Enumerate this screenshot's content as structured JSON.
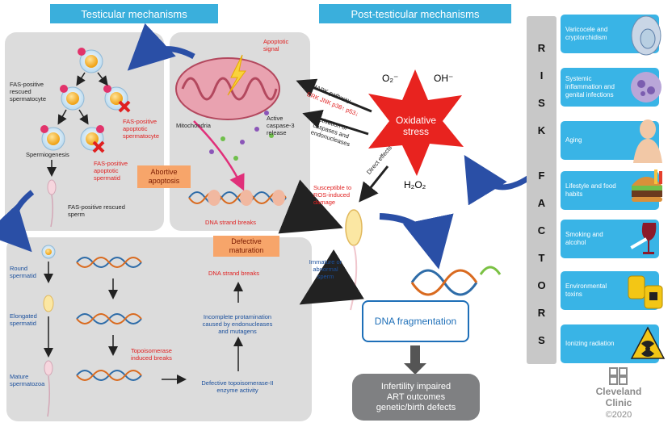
{
  "headers": {
    "left": "Testicular mechanisms",
    "right": "Post-testicular mechanisms"
  },
  "apoptosis_panel": {
    "fas_rescued_spermatocyte": "FAS-positive rescued spermatocyte",
    "fas_apoptotic_spermatocyte": "FAS-positive apoptotic spermatocyte",
    "spermiogenesis": "Spermiogenesis",
    "fas_apoptotic_spermatid": "FAS-positive apoptotic spermatid",
    "fas_rescued_sperm": "FAS-positive rescued sperm",
    "abortive_apoptosis": "Abortive apoptosis",
    "apoptotic_signal": "Apoptotic signal",
    "mitochondria": "Mitochondria",
    "caspase_release": "Active caspase-3 release",
    "dna_strand_breaks": "DNA strand breaks"
  },
  "maturation_panel": {
    "title": "Defective maturation",
    "round_spermatid": "Round spermatid",
    "elongated_spermatid": "Elongated spermatid",
    "mature_spermatozoa": "Mature spermatozoa",
    "topoisomerase_breaks": "Topoisomerase induced breaks",
    "dna_strand_breaks": "DNA strand breaks",
    "incomplete_protamination": "Incomplete protamination caused by endonucleases and mutagens",
    "defective_topoisomerase": "Defective topoisomerase-II enzyme activity"
  },
  "post_testicular": {
    "mapk_pathway": "MAPK pathway",
    "erk_line": "ERK JNK p38↑ p53↓",
    "activation_caspases": "Activation of caspases and endonucleases",
    "direct_effects": "Direct effects",
    "oxidative_stress": "Oxidative stress",
    "o2_minus": "O₂⁻",
    "oh_minus": "OH⁻",
    "h2o2": "H₂O₂",
    "susceptible": "Susceptible to ROS-induced damage",
    "immature_sperm": "Immature or abnormal sperm",
    "dna_fragmentation": "DNA fragmentation",
    "infertility_lines": [
      "Infertility impaired",
      "ART outcomes",
      "genetic/birth defects"
    ]
  },
  "risk_factors": {
    "letters": [
      "R",
      "I",
      "S",
      "K",
      "F",
      "A",
      "C",
      "T",
      "O",
      "R",
      "S"
    ],
    "items": [
      {
        "label": "Varicocele and cryptorchidism",
        "icon": "testis-icon"
      },
      {
        "label": "Systemic inflammation and genital infections",
        "icon": "bacteria-icon"
      },
      {
        "label": "Aging",
        "icon": "elderly-man-icon"
      },
      {
        "label": "Lifestyle and food habits",
        "icon": "burger-icon"
      },
      {
        "label": "Smoking and alcohol",
        "icon": "cigarette-wine-icon"
      },
      {
        "label": "Environmental toxins",
        "icon": "toxic-barrels-icon"
      },
      {
        "label": "Ionizing radiation",
        "icon": "radiation-icon"
      }
    ]
  },
  "brand": {
    "name_line1": "Cleveland",
    "name_line2": "Clinic",
    "copyright": "©2020"
  },
  "colors": {
    "accent_blue": "#3aafdc",
    "star_red": "#e8231f",
    "arrow_navy": "#2a4fa6",
    "label_orange": "#f7a56a"
  }
}
